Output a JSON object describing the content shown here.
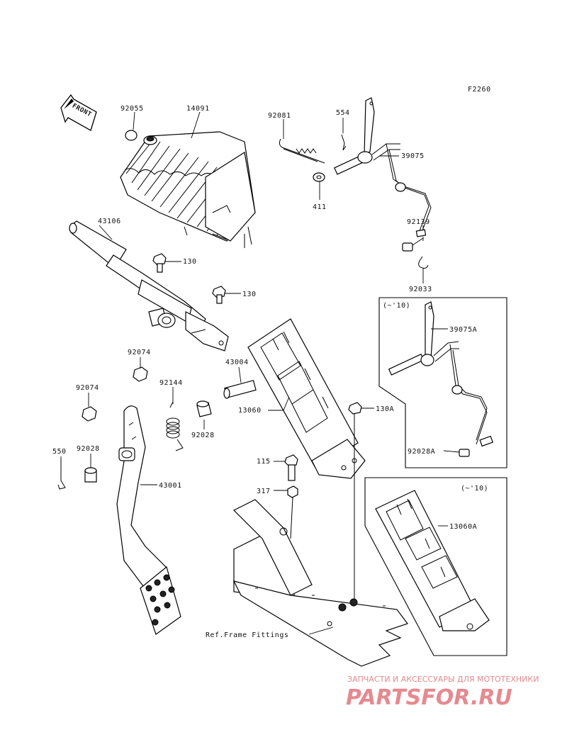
{
  "diagram": {
    "figure_code": "F2260",
    "front_label": "FRONT",
    "parts": {
      "p92055": "92055",
      "p14091": "14091",
      "p92081": "92081",
      "p554": "554",
      "p39075": "39075",
      "p411": "411",
      "p92139": "92139",
      "p92033": "92033",
      "p43106": "43106",
      "p130a": "130",
      "p130b": "130",
      "p39075A": "39075A",
      "p92028A": "92028A",
      "p92074a": "92074",
      "p92074b": "92074",
      "p92144": "92144",
      "p43004": "43004",
      "p13060": "13060",
      "p130A": "130A",
      "p92028a": "92028",
      "p92028b": "92028",
      "p550": "550",
      "p115": "115",
      "p317": "317",
      "p43001": "43001",
      "p13060A": "13060A"
    },
    "inset_1_label": "(~'10)",
    "inset_2_label": "(~'10)",
    "ref_frame_label": "Ref.Frame Fittings"
  },
  "watermark": {
    "line1": "ЗАПЧАСТИ И АКСЕССУАРЫ ДЛЯ МОТОТЕХНИКИ",
    "line2": "PARTSFOR.RU"
  }
}
